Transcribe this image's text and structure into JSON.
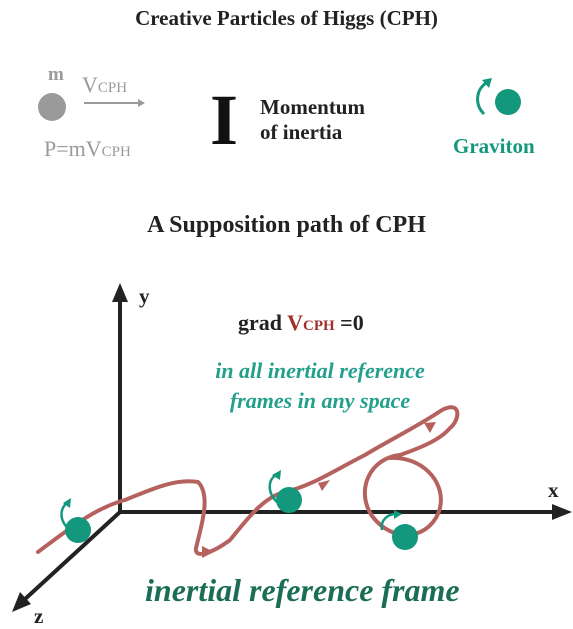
{
  "title": "Creative Particles of Higgs (CPH)",
  "legend": {
    "mass_symbol": "m",
    "velocity_symbol": "V",
    "velocity_subscript": "CPH",
    "momentum_formula": "P=mV",
    "momentum_subscript": "CPH",
    "inertia_symbol": "I",
    "inertia_label_line1": "Momentum",
    "inertia_label_line2": "of inertia",
    "graviton_label": "Graviton",
    "graviton_icon": "rotating-ball-icon"
  },
  "subtitle": "A Supposition path of CPH",
  "axes": {
    "x": "x",
    "y": "y",
    "z": "z"
  },
  "condition": {
    "prefix": "grad",
    "symbol": "V",
    "subscript": "CPH",
    "suffix": "=0"
  },
  "frames_text_line1": "in all inertial reference",
  "frames_text_line2": "frames in any space",
  "frame_caption": "inertial reference frame",
  "colors": {
    "graviton": "#13977d",
    "path": "#b5625f",
    "gray_particle": "#9a9a9a",
    "frames_text": "#22a08c",
    "caption": "#1b6e55"
  }
}
